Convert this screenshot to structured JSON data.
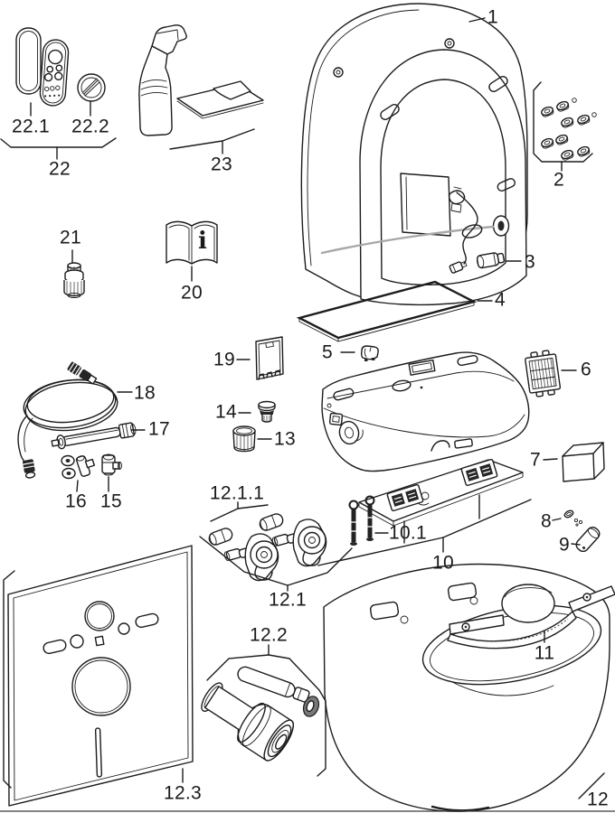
{
  "diagram": {
    "background_color": "#ffffff",
    "line_color": "#1c1c1c",
    "labels": {
      "n1": "1",
      "n2": "2",
      "n3": "3",
      "n4": "4",
      "n5": "5",
      "n6": "6",
      "n7": "7",
      "n8": "8",
      "n9": "9",
      "n10": "10",
      "n10_1": "10.1",
      "n11": "11",
      "n12": "12",
      "n12_1": "12.1",
      "n12_1_1": "12.1.1",
      "n12_2": "12.2",
      "n12_3": "12.3",
      "n13": "13",
      "n14": "14",
      "n15": "15",
      "n16": "16",
      "n17": "17",
      "n18": "18",
      "n19": "19",
      "n20": "20",
      "n21": "21",
      "n22": "22",
      "n22_1": "22.1",
      "n22_2": "22.2",
      "n23": "23",
      "info_glyph": "i"
    }
  }
}
